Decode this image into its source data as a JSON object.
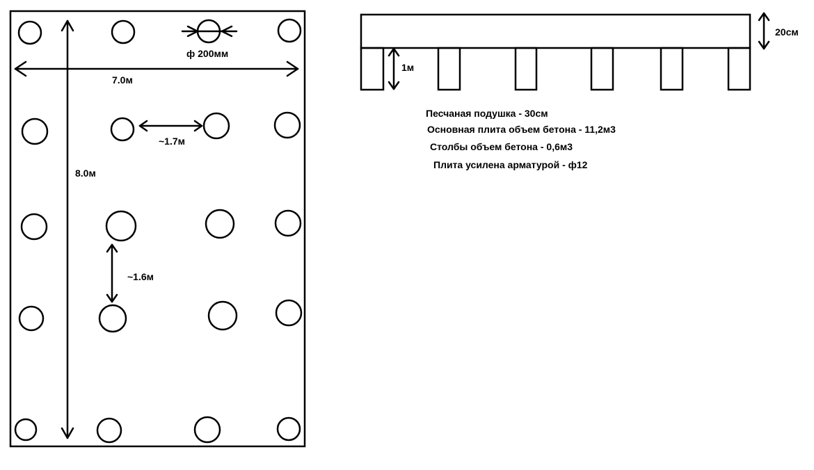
{
  "plan": {
    "pile_label": "ф 200мм",
    "width_label": "7.0м",
    "length_label": "8.0м",
    "spacing_h_label": "~1.7м",
    "spacing_v_label": "~1.6м"
  },
  "section": {
    "slab_label": "20см",
    "pile_label": "1м"
  },
  "notes": [
    "Песчаная подушка - 30см",
    "Основная плита объем бетона - 11,2м3",
    "Столбы объем бетона - 0,6м3",
    "Плита усилена арматурой - ф12"
  ]
}
